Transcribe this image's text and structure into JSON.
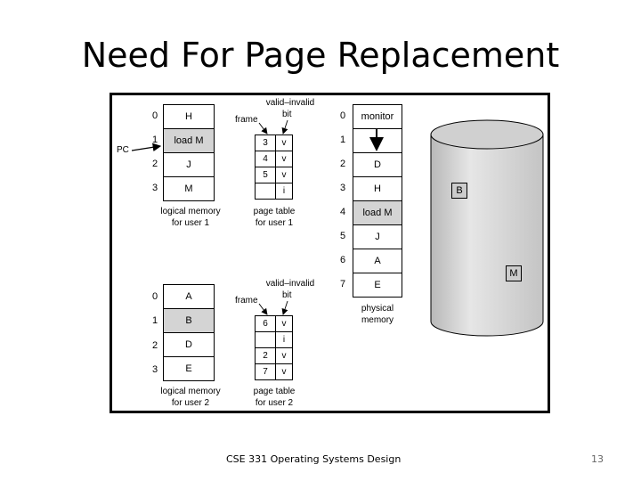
{
  "slide": {
    "title": "Need For Page Replacement",
    "footer": "CSE 331 Operating Systems Design",
    "page_number": "13"
  },
  "user1": {
    "pc_label": "PC",
    "indices": [
      "0",
      "1",
      "2",
      "3"
    ],
    "pages": [
      "H",
      "load M",
      "J",
      "M"
    ],
    "caption_line1": "logical memory",
    "caption_line2": "for user 1",
    "pt_header_top": "valid–invalid",
    "pt_header_bit": "bit",
    "pt_frame_label": "frame",
    "frames": [
      "3",
      "4",
      "5",
      ""
    ],
    "bits": [
      "v",
      "v",
      "v",
      "i"
    ],
    "pt_caption_line1": "page table",
    "pt_caption_line2": "for user 1"
  },
  "user2": {
    "indices": [
      "0",
      "1",
      "2",
      "3"
    ],
    "pages": [
      "A",
      "B",
      "D",
      "E"
    ],
    "caption_line1": "logical memory",
    "caption_line2": "for user 2",
    "pt_header_top": "valid–invalid",
    "pt_header_bit": "bit",
    "pt_frame_label": "frame",
    "frames": [
      "6",
      "",
      "2",
      "7"
    ],
    "bits": [
      "v",
      "i",
      "v",
      "v"
    ],
    "pt_caption_line1": "page table",
    "pt_caption_line2": "for user 2"
  },
  "physical": {
    "indices": [
      "0",
      "1",
      "2",
      "3",
      "4",
      "5",
      "6",
      "7"
    ],
    "frames": [
      "monitor",
      "",
      "D",
      "H",
      "load M",
      "J",
      "A",
      "E"
    ],
    "caption_line1": "physical",
    "caption_line2": "memory"
  },
  "disk": {
    "items": [
      "B",
      "M"
    ]
  }
}
